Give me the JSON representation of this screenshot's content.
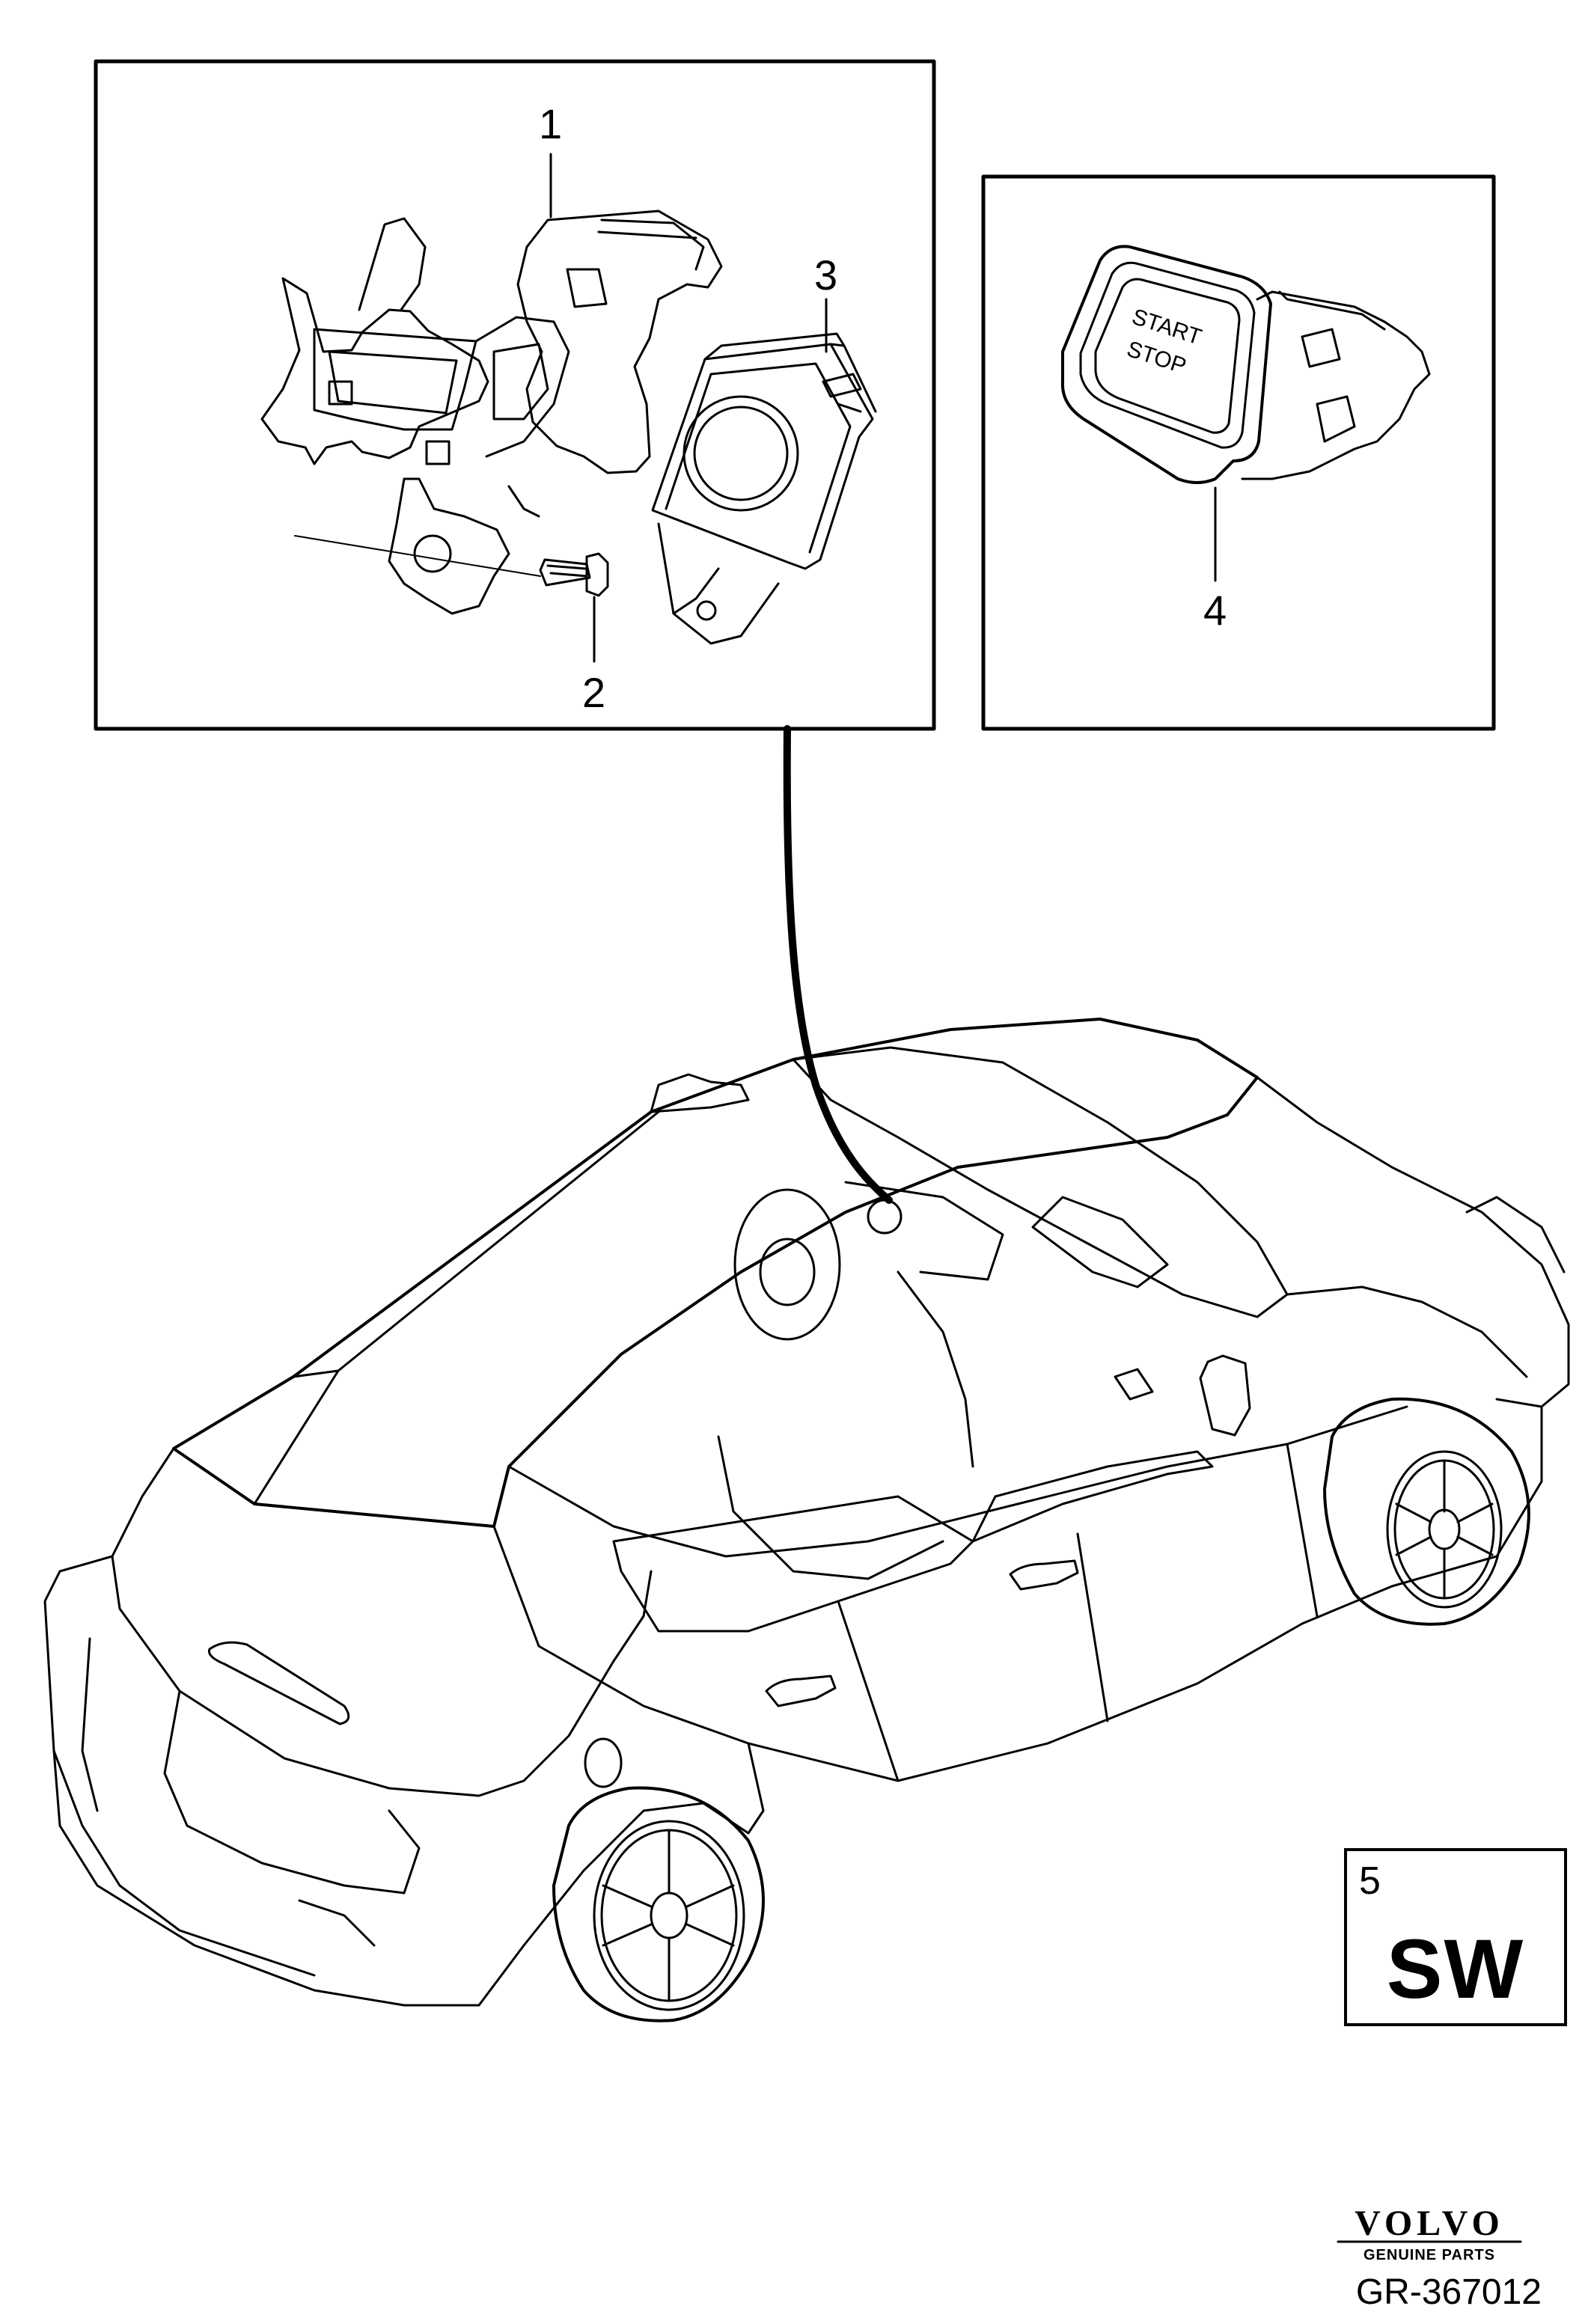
{
  "callouts": [
    {
      "id": "1",
      "label": "1"
    },
    {
      "id": "2",
      "label": "2"
    },
    {
      "id": "3",
      "label": "3"
    },
    {
      "id": "4",
      "label": "4"
    }
  ],
  "button_text": {
    "line1": "START",
    "line2": "STOP"
  },
  "badge": {
    "number": "5",
    "code": "SW"
  },
  "brand": {
    "name": "VOLVO",
    "tagline": "GENUINE PARTS"
  },
  "diagram_id": "GR-367012",
  "colors": {
    "line": "#000000",
    "background": "#ffffff"
  }
}
